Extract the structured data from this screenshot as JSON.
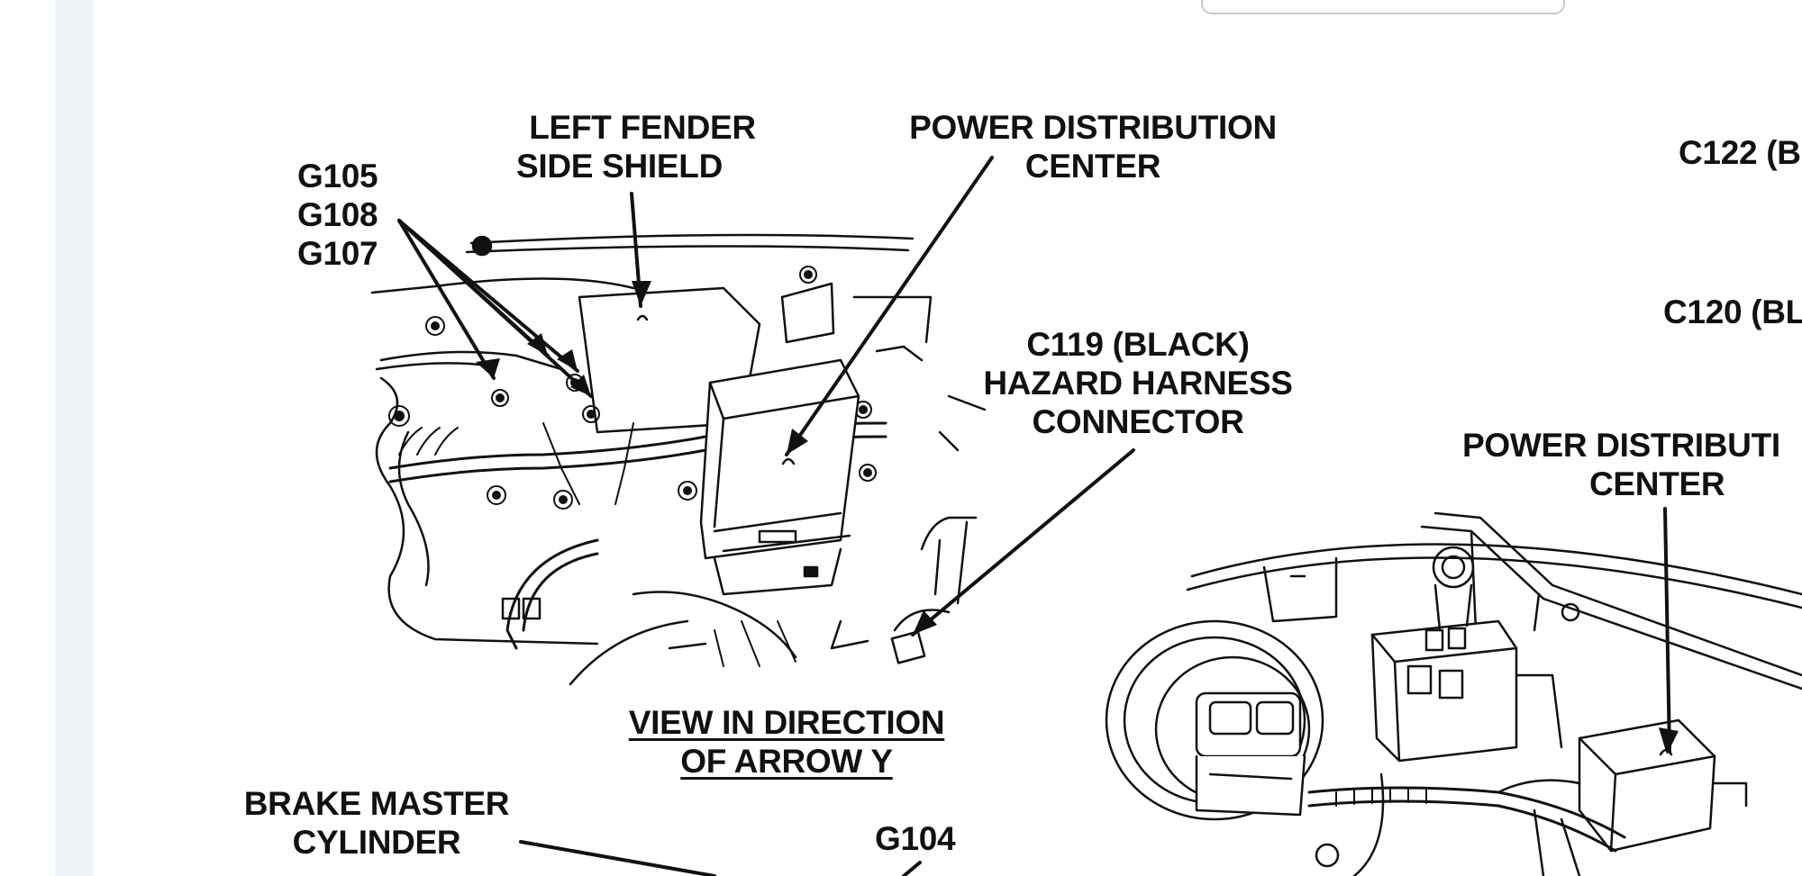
{
  "labels": {
    "g105": "G105",
    "g108": "G108",
    "g107": "G107",
    "left_fender_1": "LEFT FENDER",
    "left_fender_2": "SIDE SHIELD",
    "pdc_1": "POWER DISTRIBUTION",
    "pdc_2": "CENTER",
    "c119_1": "C119 (BLACK)",
    "c119_2": "HAZARD HARNESS",
    "c119_3": "CONNECTOR",
    "view_1": "VIEW IN DIRECTION",
    "view_2": "OF ARROW Y",
    "brake_1": "BRAKE MASTER",
    "brake_2": "CYLINDER",
    "g104": "G104",
    "c122": "C122 (B",
    "c120": "C120 (BL",
    "pdc_right_1": "POWER DISTRIBUTI",
    "pdc_right_2": "CENTER"
  },
  "colors": {
    "ink": "#111111",
    "rail": "#eef3f8",
    "box_border": "#c9c9c9"
  }
}
